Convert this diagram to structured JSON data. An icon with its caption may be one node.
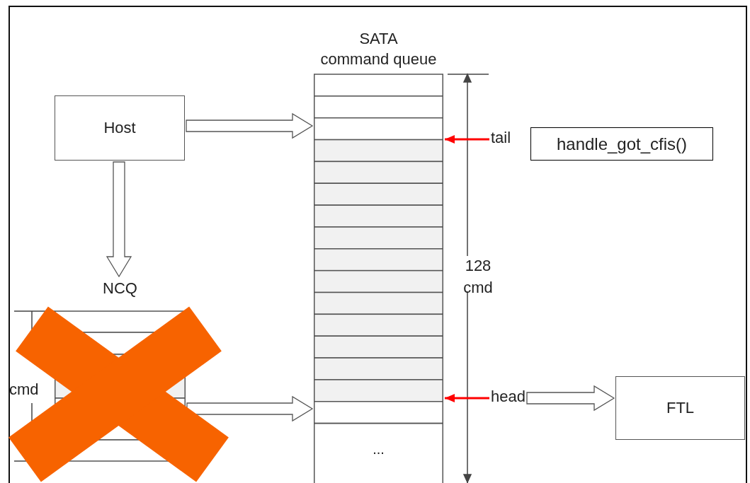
{
  "diagram": {
    "nodes": [
      {
        "text": [
          "SATA command queue",
          "..."
        ]
      },
      {
        "text": [
          "Host"
        ]
      },
      {
        "text": [
          "tail"
        ]
      },
      {
        "text": [
          "handle_got_cfis()"
        ]
      },
      {
        "text": [
          "NCQ"
        ]
      },
      {
        "text": [
          "head"
        ]
      },
      {
        "text": [
          "FTL"
        ]
      }
    ],
    "edges": [
      {
        "from": 1,
        "to": 0,
        "arrow": "to",
        "style": "thick"
      },
      {
        "from": 1,
        "to": 4,
        "arrow": "to",
        "style": "thick"
      },
      {
        "from": 4,
        "to": 0,
        "arrow": "to",
        "style": "thick"
      },
      {
        "from": 2,
        "to": 0,
        "arrow": "to",
        "color": "#ff0000"
      },
      {
        "from": 5,
        "to": 0,
        "arrow": "to",
        "color": "#ff0000"
      },
      {
        "from": 5,
        "to": 6,
        "arrow": "to",
        "style": "thick"
      }
    ],
    "labels": [
      "128 cmd",
      "cmd"
    ]
  }
}
